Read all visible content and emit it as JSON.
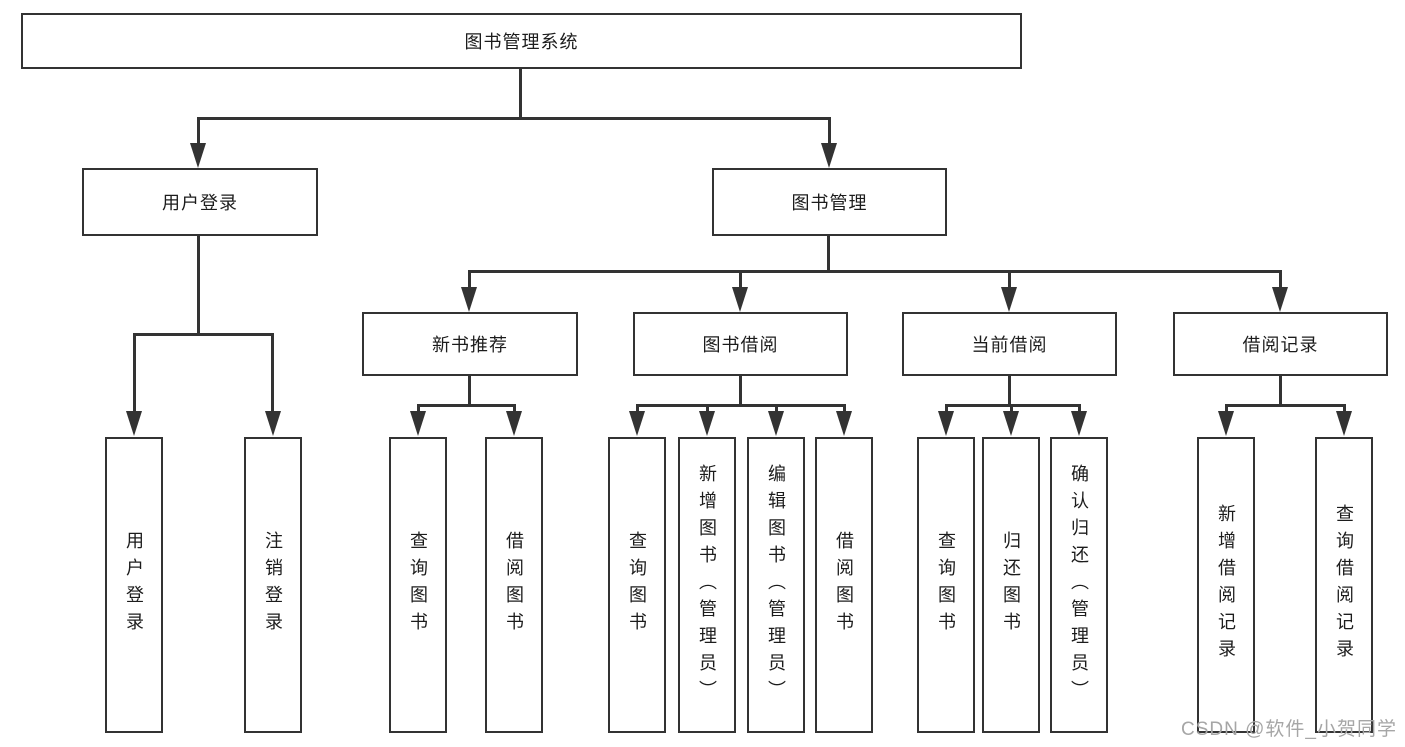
{
  "diagram": {
    "root": {
      "label": "图书管理系统"
    },
    "branches": [
      {
        "label": "用户登录",
        "children": [
          {
            "label": "用户登录"
          },
          {
            "label": "注销登录"
          }
        ]
      },
      {
        "label": "图书管理",
        "children": [
          {
            "label": "新书推荐",
            "children": [
              {
                "label": "查询图书"
              },
              {
                "label": "借阅图书"
              }
            ]
          },
          {
            "label": "图书借阅",
            "children": [
              {
                "label": "查询图书"
              },
              {
                "label": "新增图书（管理员）"
              },
              {
                "label": "编辑图书（管理员）"
              },
              {
                "label": "借阅图书"
              }
            ]
          },
          {
            "label": "当前借阅",
            "children": [
              {
                "label": "查询图书"
              },
              {
                "label": "归还图书"
              },
              {
                "label": "确认归还（管理员）"
              }
            ]
          },
          {
            "label": "借阅记录",
            "children": [
              {
                "label": "新增借阅记录"
              },
              {
                "label": "查询借阅记录"
              }
            ]
          }
        ]
      }
    ]
  },
  "watermark": {
    "text": "CSDN @软件_小贺同学"
  },
  "colors": {
    "line": "#333333",
    "text": "#1c1c1c",
    "background": "#ffffff",
    "watermark": "#a6a6a6"
  }
}
